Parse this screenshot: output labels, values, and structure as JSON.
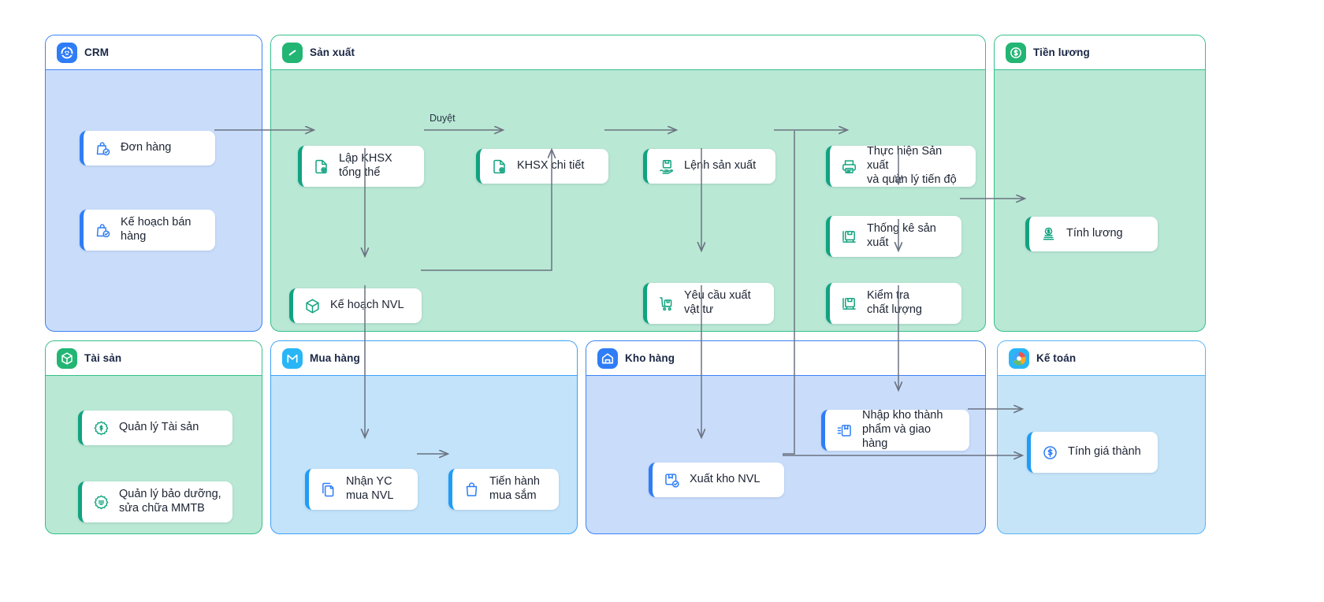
{
  "diagram": {
    "title": "ERP Process Flow",
    "colors": {
      "blue_accent": "#2f7df6",
      "green_accent": "#10a37f",
      "cyan_accent": "#1f9df5",
      "panel_blue_bg": "#c9ddfb",
      "panel_green_bg": "#b9e8d4",
      "panel_lightblue_bg": "#c2e3fa",
      "panel_paleblue_bg": "#c5e4f8",
      "connector": "#6b7280"
    }
  },
  "panels": [
    {
      "id": "crm",
      "title": "CRM",
      "icon": "crm-logo-icon",
      "nodes": [
        {
          "id": "don-hang",
          "label": "Đơn hàng",
          "icon": "bag-check-icon",
          "accent": "blue"
        },
        {
          "id": "ke-hoach-ban-hang",
          "label": "Kế hoạch bán\nhàng",
          "icon": "bag-check-icon",
          "accent": "blue"
        }
      ]
    },
    {
      "id": "san-xuat",
      "title": "Sản xuất",
      "icon": "production-logo-icon",
      "nodes": [
        {
          "id": "lap-khsx-tong-the",
          "label": "Lập KHSX\ntổng thể",
          "icon": "doc-gear-icon",
          "accent": "green"
        },
        {
          "id": "khsx-chi-tiet",
          "label": "KHSX chi tiết",
          "icon": "doc-gear-icon",
          "accent": "green"
        },
        {
          "id": "lenh-san-xuat",
          "label": "Lệnh sản xuất",
          "icon": "order-hand-icon",
          "accent": "green"
        },
        {
          "id": "thuc-hien-san-xuat",
          "label": "Thực hiện Sản xuất\nvà quản lý tiến độ",
          "icon": "printer-icon",
          "accent": "green"
        },
        {
          "id": "thong-ke-san-xuat",
          "label": "Thống kê sản\nxuất",
          "icon": "report-box-icon",
          "accent": "green"
        },
        {
          "id": "kiem-tra-chat-luong",
          "label": "Kiểm tra\nchất lượng",
          "icon": "report-box-icon",
          "accent": "green"
        },
        {
          "id": "ke-hoach-nvl",
          "label": "Kế hoạch NVL",
          "icon": "cube-icon",
          "accent": "green"
        },
        {
          "id": "yeu-cau-xuat-vat-tu",
          "label": "Yêu cầu xuất\nvật tư",
          "icon": "trolley-icon",
          "accent": "green"
        }
      ]
    },
    {
      "id": "tien-luong",
      "title": "Tiền lương",
      "icon": "payroll-logo-icon",
      "nodes": [
        {
          "id": "tinh-luong",
          "label": "Tính lương",
          "icon": "money-stack-icon",
          "accent": "green"
        }
      ]
    },
    {
      "id": "tai-san",
      "title": "Tài sản",
      "icon": "asset-logo-icon",
      "nodes": [
        {
          "id": "quan-ly-tai-san",
          "label": "Quản lý Tài sản",
          "icon": "badge-dollar-icon",
          "accent": "green"
        },
        {
          "id": "quan-ly-bao-duong",
          "label": "Quản lý bảo dưỡng,\nsửa chữa MMTB",
          "icon": "badge-gear-icon",
          "accent": "green"
        }
      ]
    },
    {
      "id": "mua-hang",
      "title": "Mua hàng",
      "icon": "purchase-logo-icon",
      "nodes": [
        {
          "id": "nhan-yc-mua-nvl",
          "label": "Nhận YC\nmua NVL",
          "icon": "doc-copy-icon",
          "accent": "cyan"
        },
        {
          "id": "tien-hanh-mua-sam",
          "label": "Tiến hành\nmua sắm",
          "icon": "shopping-bag-icon",
          "accent": "cyan"
        }
      ]
    },
    {
      "id": "kho-hang",
      "title": "Kho hàng",
      "icon": "warehouse-logo-icon",
      "nodes": [
        {
          "id": "nhap-kho-thanh-pham",
          "label": "Nhập kho thành\nphẩm và giao hàng",
          "icon": "inbound-box-icon",
          "accent": "blue"
        },
        {
          "id": "xuat-kho-nvl",
          "label": "Xuất kho NVL",
          "icon": "outbound-box-icon",
          "accent": "blue"
        }
      ]
    },
    {
      "id": "ke-toan",
      "title": "Kế toán",
      "icon": "accounting-logo-icon",
      "nodes": [
        {
          "id": "tinh-gia-thanh",
          "label": "Tính giá thành",
          "icon": "dollar-circle-icon",
          "accent": "cyan"
        }
      ]
    }
  ],
  "edge_labels": [
    {
      "id": "duyet",
      "text": "Duyệt"
    }
  ]
}
